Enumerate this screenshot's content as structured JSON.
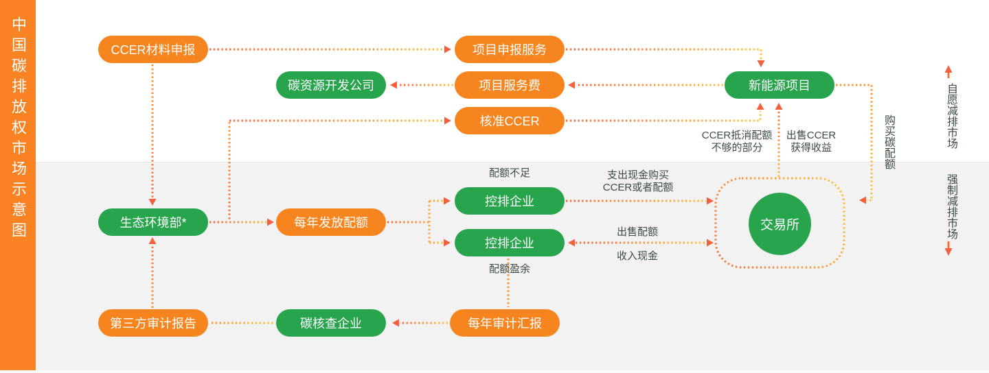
{
  "sidebar": {
    "title": "中国碳排放权市场示意图"
  },
  "nodes": {
    "ccer_material": "CCER材料申报",
    "project_service": "项目申报服务",
    "carbon_dev": "碳资源开发公司",
    "service_fee": "项目服务费",
    "new_energy": "新能源项目",
    "approved_ccer": "核准CCER",
    "ministry": "生态环境部*",
    "annual_quota": "每年发放配额",
    "emitter_deficit": "控排企业",
    "emitter_surplus": "控排企业",
    "third_party_audit": "第三方审计报告",
    "carbon_verifier": "碳核查企业",
    "annual_audit_report": "每年审计汇报",
    "exchange": "交易所"
  },
  "annotations": {
    "quota_deficit": "配额不足",
    "quota_surplus": "配额盈余",
    "pay_cash_l1": "支出现金购买",
    "pay_cash_l2": "CCER或者配额",
    "sell_quota": "出售配额",
    "receive_cash": "收入现金",
    "ccer_offset_l1": "CCER抵消配额",
    "ccer_offset_l2": "不够的部分",
    "sell_ccer_l1": "出售CCER",
    "sell_ccer_l2": "获得收益",
    "buy_carbon_quota": "购买碳配额"
  },
  "markets": {
    "voluntary": "自愿减排市场",
    "mandatory": "强制减排市场"
  },
  "colors": {
    "pill_orange": "#F7851F",
    "pill_green": "#28A44D",
    "sidebar_orange": "#F98322",
    "arrowhead": "#F4603C",
    "line_orange": "#F46A3D",
    "line_yellow": "#FFC23A",
    "label_text": "#3E4B41",
    "band_gray": "#F2F2F2"
  }
}
